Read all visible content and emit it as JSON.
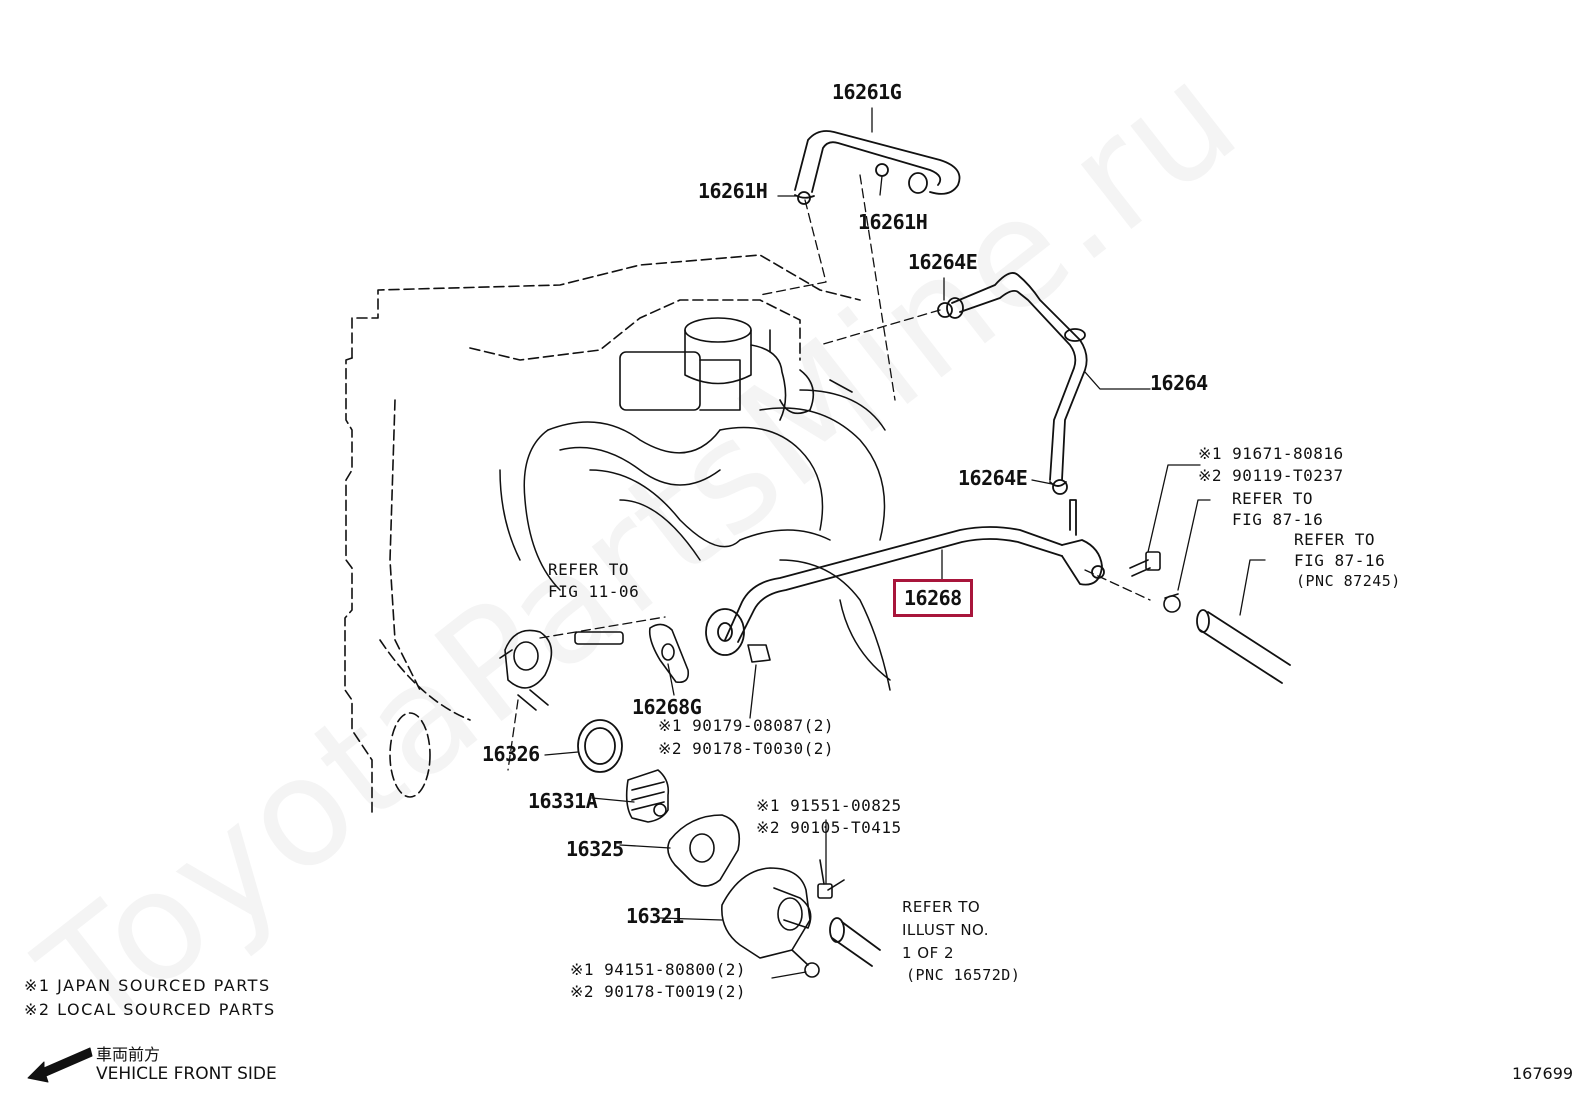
{
  "watermark": "ToyotaPartsMine.ru",
  "labels": {
    "p16261G": "16261G",
    "p16261H_a": "16261H",
    "p16261H_b": "16261H",
    "p16264E_a": "16264E",
    "p16264": "16264",
    "p16264E_b": "16264E",
    "p16268": "16268",
    "p16268G": "16268G",
    "p16326": "16326",
    "p16331A": "16331A",
    "p16325": "16325",
    "p16321": "16321",
    "r1_l1": "※1 91671-80816",
    "r1_l2": "※2 90119-T0237",
    "ref87a_l1": "REFER TO",
    "ref87a_l2": "FIG 87-16",
    "ref87b_l1": "REFER TO",
    "ref87b_l2": "FIG 87-16",
    "ref87b_l3": "(PNC 87245)",
    "ref1106_l1": "REFER TO",
    "ref1106_l2": "FIG 11-06",
    "r2_l1": "※1 90179-08087(2)",
    "r2_l2": "※2 90178-T0030(2)",
    "r3_l1": "※1 91551-00825",
    "r3_l2": "※2 90105-T0415",
    "r4_l1": "※1 94151-80800(2)",
    "r4_l2": "※2 90178-T0019(2)",
    "illust_l1": "REFER TO",
    "illust_l2": "ILLUST NO.",
    "illust_l3": "1 OF 2",
    "illust_l4": "(PNC 16572D)"
  },
  "legend": {
    "l1": "※1 JAPAN SOURCED PARTS",
    "l2": "※2 LOCAL SOURCED PARTS"
  },
  "front": {
    "jp": "車両前方",
    "en": "VEHICLE FRONT SIDE"
  },
  "figure_number": "167699",
  "colors": {
    "line": "#111111",
    "highlight": "#a8153b"
  }
}
